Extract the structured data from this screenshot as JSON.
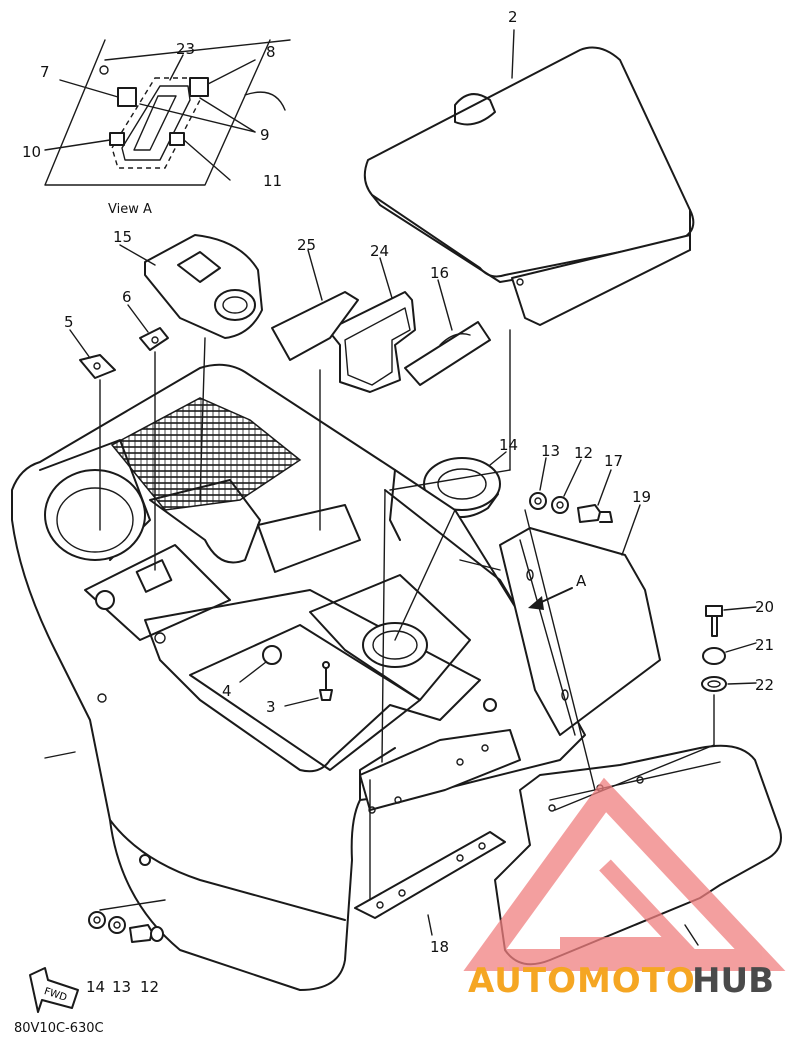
{
  "diagram": {
    "view_label": "View A",
    "code": "80V10C-630C",
    "arrow_label": "A",
    "direction_label": "FWD",
    "watermark": {
      "auto": "AUTOMOTO",
      "hub": "HUB",
      "auto_color": "#f5a623",
      "hub_color": "#4a4a4a",
      "logo_color": "#f08080"
    }
  },
  "parts": [
    {
      "id": "2"
    },
    {
      "id": "23"
    },
    {
      "id": "8"
    },
    {
      "id": "7"
    },
    {
      "id": "9"
    },
    {
      "id": "10"
    },
    {
      "id": "11"
    },
    {
      "id": "15"
    },
    {
      "id": "6"
    },
    {
      "id": "5"
    },
    {
      "id": "25"
    },
    {
      "id": "24"
    },
    {
      "id": "16"
    },
    {
      "id": "14"
    },
    {
      "id": "13"
    },
    {
      "id": "12"
    },
    {
      "id": "17"
    },
    {
      "id": "19"
    },
    {
      "id": "20"
    },
    {
      "id": "21"
    },
    {
      "id": "22"
    },
    {
      "id": "4"
    },
    {
      "id": "3"
    },
    {
      "id": "18"
    }
  ]
}
